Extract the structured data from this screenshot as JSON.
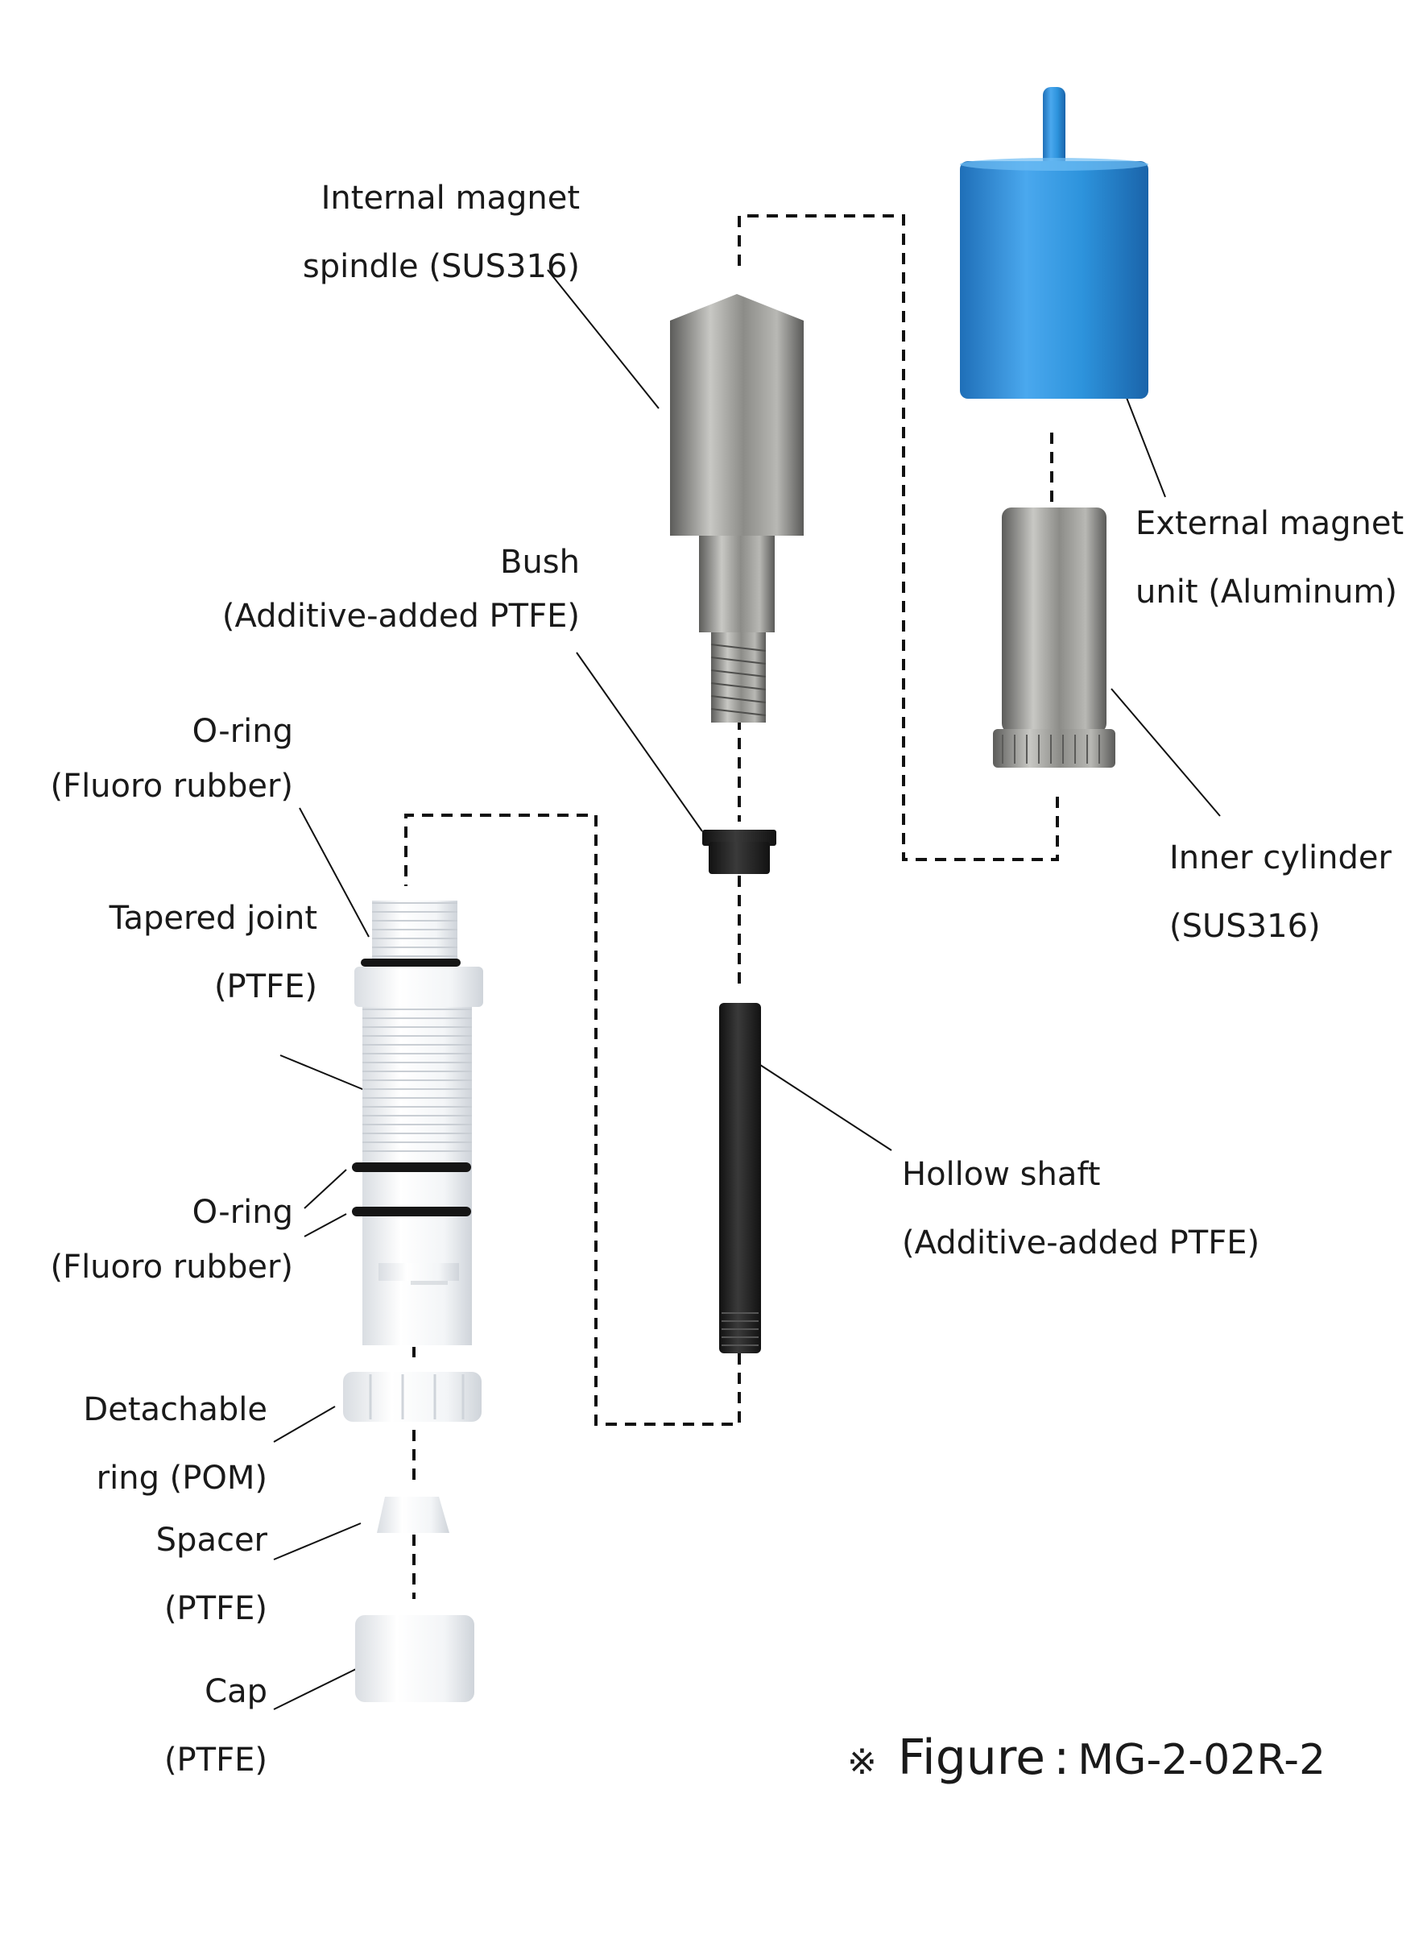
{
  "labels": {
    "internal_magnet_1": "Internal magnet",
    "internal_magnet_2": "spindle (SUS316)",
    "external_magnet_1": "External magnet",
    "external_magnet_2": "unit (Aluminum)",
    "bush_1": "Bush",
    "bush_2": "(Additive-added PTFE)",
    "inner_cylinder_1": "Inner cylinder",
    "inner_cylinder_2": "(SUS316)",
    "oring_top_1": "O-ring",
    "oring_top_2": "(Fluoro rubber)",
    "tapered_joint_1": "Tapered joint",
    "tapered_joint_2": "(PTFE)",
    "hollow_shaft_1": "Hollow shaft",
    "hollow_shaft_2": "(Additive-added PTFE)",
    "oring_bottom_1": "O-ring",
    "oring_bottom_2": "(Fluoro rubber)",
    "detachable_ring_1": "Detachable",
    "detachable_ring_2": "ring (POM)",
    "spacer_1": "Spacer",
    "spacer_2": "(PTFE)",
    "cap_1": "Cap",
    "cap_2": "(PTFE)"
  },
  "figure": {
    "mark": "※",
    "word": "Figure",
    "colon": ":",
    "code": "MG-2-02R-2"
  },
  "colors": {
    "aluminum_blue": "#2b8fd6",
    "steel": "#9a9a96",
    "ptfe_white": "#f4f6f8",
    "rubber_black": "#1a1a1a",
    "shaft_black": "#262626"
  }
}
